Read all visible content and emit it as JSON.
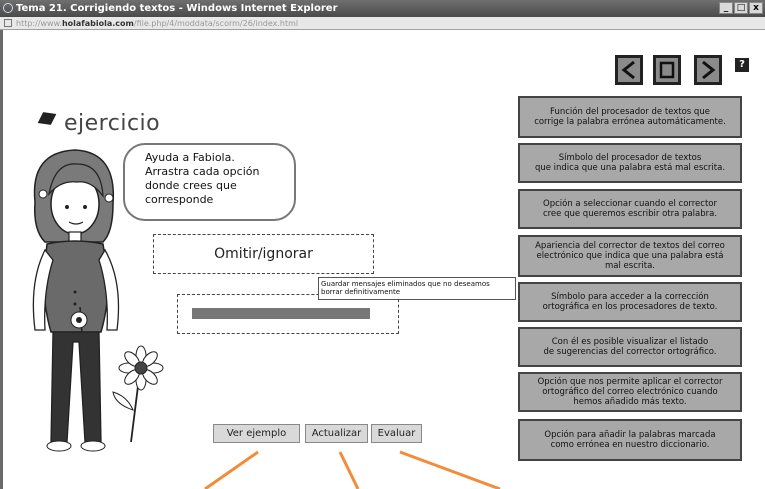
{
  "window": {
    "title": "Tema 21. Corrigiendo textos - Windows Internet Explorer",
    "controls": [
      "_",
      "□",
      "x"
    ]
  },
  "address": {
    "prefix": "http://www.",
    "domain": "holafabiola.com",
    "path": "/file.php/4/moddata/scorm/26/index.html"
  },
  "nav": {
    "help_label": "?"
  },
  "header": {
    "title": "ejercicio"
  },
  "bubble": {
    "line1": "Ayuda a Fabiola.",
    "line2": "Arrastra cada opción",
    "line3": "donde crees que",
    "line4": "corresponde"
  },
  "dropzone1": {
    "text": "Omitir/ignorar"
  },
  "tooltip": {
    "text": "Guardar mensajes eliminados que no deseamos borrar definitivamente"
  },
  "options": [
    {
      "line1": "Función del procesador de textos que",
      "line2": "corrige la palabra errónea automáticamente."
    },
    {
      "line1": "Símbolo del procesador de textos",
      "line2": "que indica que una palabra  está mal escrita."
    },
    {
      "line1": "Opción a seleccionar cuando el corrector",
      "line2": "cree que queremos escribir otra palabra."
    },
    {
      "line1": "Apariencia del corrector de textos del correo",
      "line2": "electrónico que indica que una palabra  está",
      "line3": "mal escrita."
    },
    {
      "line1": "Símbolo para acceder a la corrección",
      "line2": "ortográfica en los procesadores de texto."
    },
    {
      "line1": "Con él es posible visualizar el listado",
      "line2": "de sugerencias del corrector ortográfico."
    },
    {
      "line1": "Opción que nos permite aplicar el corrector",
      "line2": "ortográfico del correo electrónico cuando",
      "line3": "hemos añadido más texto."
    },
    {
      "line1": "Opción para añadir la palabras marcada",
      "line2": "como errónea en nuestro diccionario."
    }
  ],
  "actions": {
    "example": "Ver ejemplo",
    "update": "Actualizar",
    "evaluate": "Evaluar"
  },
  "colors": {
    "accent": "#f28c3a",
    "option_bg": "#a8a8a8"
  }
}
